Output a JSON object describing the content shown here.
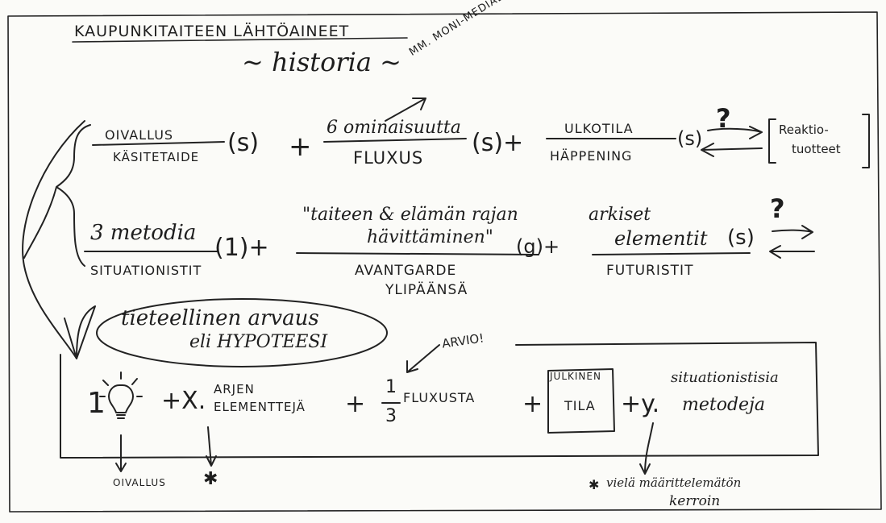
{
  "title": "KAUPUNKITAITEEN LÄHTÖAINEET",
  "subtitle": "~ historia ~",
  "row1": {
    "t1_num": "OIVALLUS",
    "t1_den": "KÄSITETAIDE",
    "t1_s": "(s)",
    "plus1": "+",
    "t2_num": "6 ominaisuutta",
    "t2_den": "FLUXUS",
    "t2_s": "(s)+",
    "t2_note": "MM. MONI-MEDIALLISUUS",
    "t3_num": "ULKOTILA",
    "t3_den": "HÄPPENING",
    "t3_s": "(s)",
    "question": "?",
    "bracket_text_1": "Reaktio-",
    "bracket_text_2": "tuotteet"
  },
  "row2": {
    "t1_num": "3 metodia",
    "t1_den": "SITUATIONISTIT",
    "t1_s": "(1)+",
    "t2_num_1": "\"taiteen & elämän rajan",
    "t2_num_2": "hävittäminen\"",
    "t2_s": "(g)+",
    "t2_den_1": "AVANTGARDE",
    "t2_den_2": "YLIPÄÄNSÄ",
    "t3_num_1": "arkiset",
    "t3_num_2": "elementit",
    "t3_s": "(s)",
    "t3_den": "FUTURISTIT",
    "question": "?"
  },
  "hypothesis": {
    "line1": "tieteellinen arvaus",
    "line2": "eli HYPOTEESI",
    "arvio": "ARVIO!"
  },
  "formula": {
    "one": "1",
    "plus_x": "+X.",
    "arjen_1": "ARJEN",
    "arjen_2": "ELEMENTTEJÄ",
    "plus2": "+",
    "frac_num": "1",
    "frac_den": "3",
    "fluxusta": "FLUXUSTA",
    "plus3": "+",
    "julkinen": "JULKINEN",
    "tila": "TILA",
    "plus_y": "+y.",
    "sit_1": "situationistisia",
    "sit_2": "metodeja"
  },
  "footnotes": {
    "oivallus": "OIVALLUS",
    "star": "✱",
    "star2": "✱",
    "maarittelematon_1": "vielä määrittelemätön",
    "maarittelematon_2": "kerroin"
  }
}
